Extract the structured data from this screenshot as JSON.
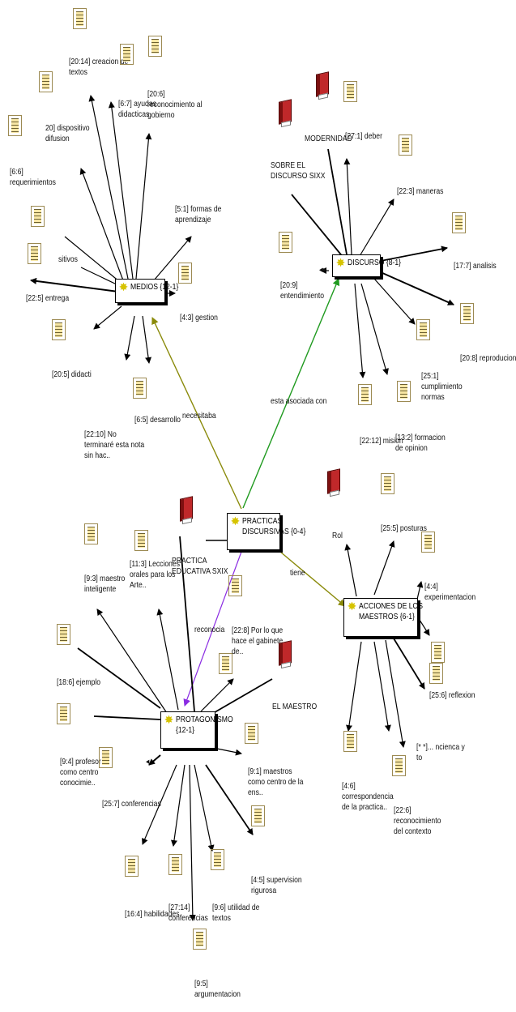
{
  "diagram": {
    "nodes": {
      "practicas": "PRACTICAS\nDISCURSIVAS {0-4}",
      "medios": "MEDIOS {12-1}",
      "discurso": "DISCURSO {8-1}",
      "protagonismo": "PROTAGONISMO\n{12-1}",
      "acciones": "ACCIONES DE LOS\nMAESTROS {6-1}"
    },
    "edge_labels": {
      "necesitaba": "necesitaba",
      "esta_asociada": "esta asociada con",
      "reconocia": "reconocia",
      "tiene": "tiene"
    },
    "medios_labels": {
      "creacion": "[20:14] creacion de\ntextos",
      "ayudas": "[6:7] ayudas\ndidacticas",
      "reconocimiento_gobierno": "[20:6]\nreconocimiento al\ngobierno",
      "dispositivo": "20] dispositivo\ndifusion",
      "requerimientos": "[6:6]\nrequerimientos",
      "formas": "[5:1] formas de\naprendizaje",
      "sitivos": "sitivos",
      "entrega": "[22:5] entrega",
      "gestion": "[4:3] gestion",
      "didacti": "[20:5] didacti",
      "no_terminare": "[22:10] No\nterminaré esta nota\nsin hac..",
      "desarrollo": "[6:5] desarrollo"
    },
    "discurso_labels": {
      "modernidad": "MODERNIDAD",
      "deber": "[27:1] deber",
      "sobre": "SOBRE EL\nDISCURSO SIXX",
      "maneras": "[22:3] maneras",
      "analisis": "[17:7] analisis",
      "entendimiento": "[20:9]\nentendimiento",
      "reproducion": "[20:8] reproducion",
      "cumplimiento": "[25:1]\ncumplimiento\nnormas",
      "mision": "[22:12] mision",
      "formacion": "[13:2] formacion\nde opinion"
    },
    "protagonismo_labels": {
      "practica_educativa": "PRACTICA\nEDUCATIVA SXIX",
      "lecciones": "[11:3] Lecciones\norales para los\nArte..",
      "maestro_inteligente": "[9:3] maestro\ninteligente",
      "por_lo_que": "[22:8] Por lo que\nhace el gabinete\nde..",
      "el_maestro": "EL MAESTRO",
      "ejemplo": "[18:6] ejemplo",
      "profesor": "[9:4] profesor\ncomo centro\nconocimie..",
      "conferencias_a": "[25:7] conferencias",
      "maestros_centro": "[9:1] maestros\ncomo centro de la\nens..",
      "supervision": "[4:5] supervision\nrigurosa",
      "habilidades": "[16:4] habilidades",
      "conferencias_b": "[27:14]\nconferencias",
      "utilidad": "[9:6] utilidad de\ntextos",
      "argumentacion": "[9:5]\nargumentacion"
    },
    "acciones_labels": {
      "rol": "Rol",
      "posturas": "[25:5] posturas",
      "experimentacion": "[4:4]\nexperimentacion",
      "reflexion": "[25:6] reflexion",
      "conciencia": "[* *]... ncienca y\nto",
      "correspondencia": "[4:6]\ncorrespondencia\nde la practica..",
      "reconocimiento_contexto": "[22:6]\nreconocimiento\ndel contexto"
    },
    "colors": {
      "olive": "#8a8a0a",
      "green": "#1f9a1f",
      "purple": "#8a2be2",
      "black": "#000000"
    },
    "icons": {
      "node": "star-icon",
      "quote": "document-icon",
      "memo": "book-icon"
    }
  }
}
